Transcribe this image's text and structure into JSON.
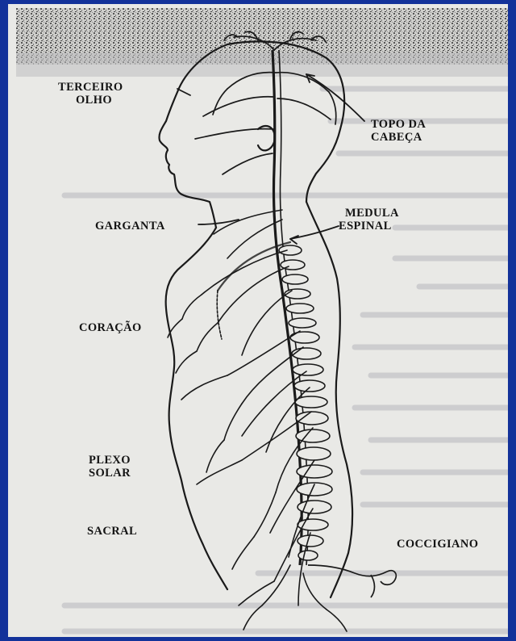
{
  "labels": {
    "terceiro": "TERCEIRO",
    "olho": "OLHO",
    "topo": "TOPO DA",
    "cabeca": "CABEÇA",
    "medula": "MEDULA",
    "espinal": "ESPINAL",
    "garganta": "GARGANTA",
    "coracao": "CORAÇÃO",
    "plexo": "PLEXO",
    "solar": "SOLAR",
    "sacral": "SACRAL",
    "coccigiano": "COCCIGIANO"
  },
  "colors": {
    "frame": "#13329a",
    "paper": "#e9e9e6",
    "ink": "#1a1a1a",
    "bleed_text": "#8c8c98"
  }
}
